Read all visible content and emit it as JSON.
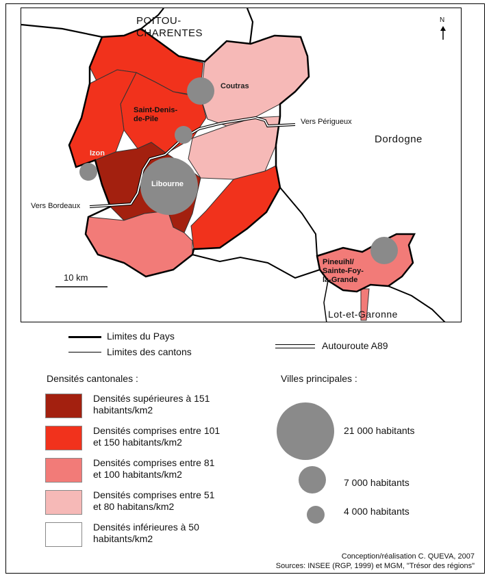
{
  "map": {
    "regions": {
      "poitou": "POITOU-\nCHARENTES",
      "dordogne": "Dordogne",
      "lot_et_garonne": "Lot-et-Garonne"
    },
    "cities": {
      "coutras": "Coutras",
      "saint_denis": "Saint-Denis-\nde-Pile",
      "izon": "Izon",
      "libourne": "Libourne",
      "pineuilh": "Pineuihl/\nSainte-Foy-\nla-Grande"
    },
    "labels": {
      "vers_perigueux": "Vers Périgueux",
      "vers_bordeaux": "Vers Bordeaux",
      "scale": "10 km",
      "north": "N"
    },
    "colors": {
      "dark_red": "#a3200f",
      "red": "#f1321c",
      "salmon": "#f27b78",
      "pink": "#f6b9b7",
      "white": "#ffffff",
      "city_grey": "#8a8a8a"
    }
  },
  "legend": {
    "limits_pays": "Limites du Pays",
    "limits_cantons": "Limites des cantons",
    "autoroute": "Autouroute A89",
    "density_title": "Densités cantonales :",
    "densities": [
      {
        "label": "Densités supérieures à 151\nhabitants/km2",
        "color": "#a3200f"
      },
      {
        "label": "Densités comprises entre 101\net 150 habitants/km2",
        "color": "#f1321c"
      },
      {
        "label": "Densités comprises entre 81\net 100 habitants/km2",
        "color": "#f27b78"
      },
      {
        "label": "Densités comprises entre 51\net 80 habitans/km2",
        "color": "#f6b9b7"
      },
      {
        "label": "Densités inférieures à 50\nhabitants/km2",
        "color": "#ffffff"
      }
    ],
    "cities_title": "Villes principales :",
    "city_sizes": [
      {
        "label": "21 000 habitants"
      },
      {
        "label": "7 000 habitants"
      },
      {
        "label": "4 000 habitants"
      }
    ]
  },
  "credits": {
    "line1": "Conception/réalisation C. QUEVA, 2007",
    "line2": "Sources: INSEE (RGP, 1999) et MGM, \"Trésor des régions\""
  }
}
